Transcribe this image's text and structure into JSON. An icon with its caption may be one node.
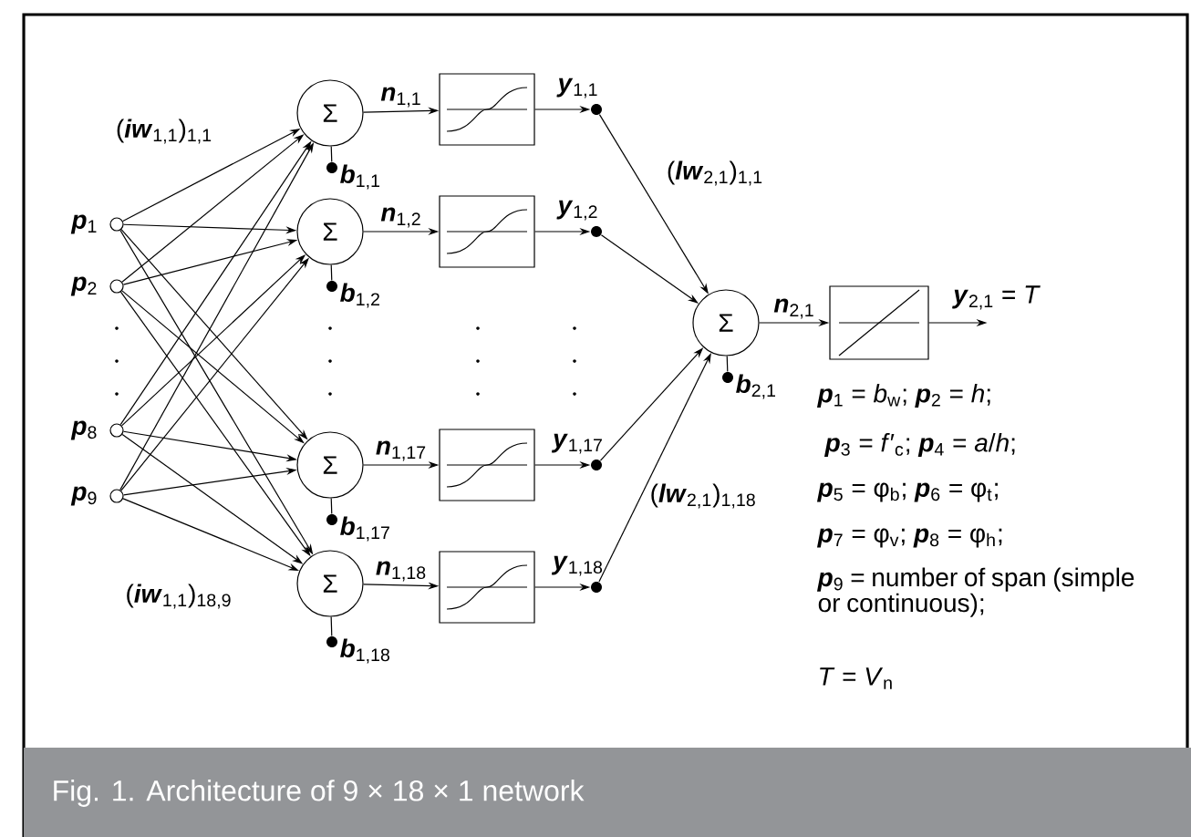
{
  "diagram": {
    "caption": "Fig. 1. Architecture of 9 × 18 × 1 network",
    "nodes": [
      {
        "text": [],
        "shape": "circle",
        "beside": [
          "**p**$_{1}$"
        ]
      },
      {
        "text": [],
        "shape": "circle",
        "beside": [
          "**p**$_{2}$"
        ]
      },
      {
        "text": [],
        "shape": "circle",
        "beside": [
          "**p**$_{8}$"
        ]
      },
      {
        "text": [],
        "shape": "circle",
        "beside": [
          "**p**$_{9}$"
        ]
      },
      {
        "text": [
          "Σ"
        ]
      },
      {
        "text": [
          "Σ"
        ]
      },
      {
        "text": [
          "Σ"
        ]
      },
      {
        "text": [
          "Σ"
        ]
      },
      {
        "text": [],
        "shape": "circle",
        "beside": [
          "**b**$_{1,1}$"
        ]
      },
      {
        "text": [],
        "shape": "circle",
        "beside": [
          "**b**$_{1,2}$"
        ]
      },
      {
        "text": [],
        "shape": "circle",
        "beside": [
          "**b**$_{1,17}$"
        ]
      },
      {
        "text": [],
        "shape": "circle",
        "beside": [
          "**b**$_{1,18}$"
        ]
      },
      {
        "text": [],
        "shape": "box"
      },
      {
        "text": [],
        "shape": "box"
      },
      {
        "text": [],
        "shape": "box"
      },
      {
        "text": [],
        "shape": "box"
      },
      {
        "text": [],
        "shape": "circle",
        "beside": [
          "**y**$_{1,1}$"
        ]
      },
      {
        "text": [],
        "shape": "circle",
        "beside": [
          "**y**$_{1,2}$"
        ]
      },
      {
        "text": [],
        "shape": "circle",
        "beside": [
          "**y**$_{1,17}$"
        ]
      },
      {
        "text": [],
        "shape": "circle",
        "beside": [
          "**y**$_{1,18}$"
        ]
      },
      {
        "text": [
          "Σ"
        ]
      },
      {
        "text": [],
        "shape": "circle",
        "beside": [
          "**b**$_{2,1}$"
        ]
      },
      {
        "text": [],
        "shape": "box"
      }
    ],
    "edges": [
      {
        "from": 0,
        "to": 4,
        "arrow": "to"
      },
      {
        "from": 0,
        "to": 5,
        "arrow": "to"
      },
      {
        "from": 0,
        "to": 6,
        "arrow": "to"
      },
      {
        "from": 0,
        "to": 7,
        "arrow": "to"
      },
      {
        "from": 1,
        "to": 4,
        "arrow": "to"
      },
      {
        "from": 1,
        "to": 5,
        "arrow": "to"
      },
      {
        "from": 1,
        "to": 6,
        "arrow": "to"
      },
      {
        "from": 1,
        "to": 7,
        "arrow": "to"
      },
      {
        "from": 2,
        "to": 4,
        "arrow": "to"
      },
      {
        "from": 2,
        "to": 5,
        "arrow": "to"
      },
      {
        "from": 2,
        "to": 6,
        "arrow": "to"
      },
      {
        "from": 2,
        "to": 7,
        "arrow": "to"
      },
      {
        "from": 3,
        "to": 4,
        "arrow": "to"
      },
      {
        "from": 3,
        "to": 5,
        "arrow": "to"
      },
      {
        "from": 3,
        "to": 6,
        "arrow": "to"
      },
      {
        "from": 3,
        "to": 7,
        "arrow": "to"
      },
      {
        "from": 8,
        "to": 4,
        "arrow": "none"
      },
      {
        "from": 9,
        "to": 5,
        "arrow": "none"
      },
      {
        "from": 10,
        "to": 6,
        "arrow": "none"
      },
      {
        "from": 11,
        "to": 7,
        "arrow": "none"
      },
      {
        "from": 4,
        "to": 12,
        "arrow": "to",
        "label": "**n**$_{1,1}$"
      },
      {
        "from": 5,
        "to": 13,
        "arrow": "to",
        "label": "**n**$_{1,2}$"
      },
      {
        "from": 6,
        "to": 14,
        "arrow": "to",
        "label": "**n**$_{1,17}$"
      },
      {
        "from": 7,
        "to": 15,
        "arrow": "to",
        "label": "**n**$_{1,18}$"
      },
      {
        "from": 12,
        "to": 16,
        "arrow": "to"
      },
      {
        "from": 13,
        "to": 17,
        "arrow": "to"
      },
      {
        "from": 14,
        "to": 18,
        "arrow": "to"
      },
      {
        "from": 15,
        "to": 19,
        "arrow": "to"
      },
      {
        "from": 16,
        "to": 20,
        "arrow": "to"
      },
      {
        "from": 17,
        "to": 20,
        "arrow": "to"
      },
      {
        "from": 18,
        "to": 20,
        "arrow": "to"
      },
      {
        "from": 19,
        "to": 20,
        "arrow": "to"
      },
      {
        "from": 21,
        "to": 20,
        "arrow": "none"
      },
      {
        "from": 20,
        "to": 22,
        "arrow": "to",
        "label": "**n**$_{2,1}$"
      },
      {
        "from": 22,
        "to": null,
        "arrow": "to",
        "label": "**y**$_{2,1}$ = *T*"
      }
    ],
    "labels": [
      "(**iw**$_{1,1}$)$_{1,1}$",
      "(**iw**$_{1,1}$)$_{18,9}$",
      "(**lw**$_{2,1}$)$_{1,1}$",
      "(**lw**$_{2,1}$)$_{1,18}$",
      "**p**$_{1}$ = *b*$_{w}$; **p**$_{2}$ = *h*;",
      "**p**$_{3}$ = *f*′$_{c}$; **p**$_{4}$ = *a*/*h*;",
      "**p**$_{5}$ = φ$_{b}$; **p**$_{6}$ = φ$_{t}$;",
      "**p**$_{7}$ = φ$_{v}$; **p**$_{8}$ = φ$_{h}$;",
      "**p**$_{9}$ = number of span (simple or continuous);",
      "*T* = *V*$_{n}$"
    ]
  }
}
